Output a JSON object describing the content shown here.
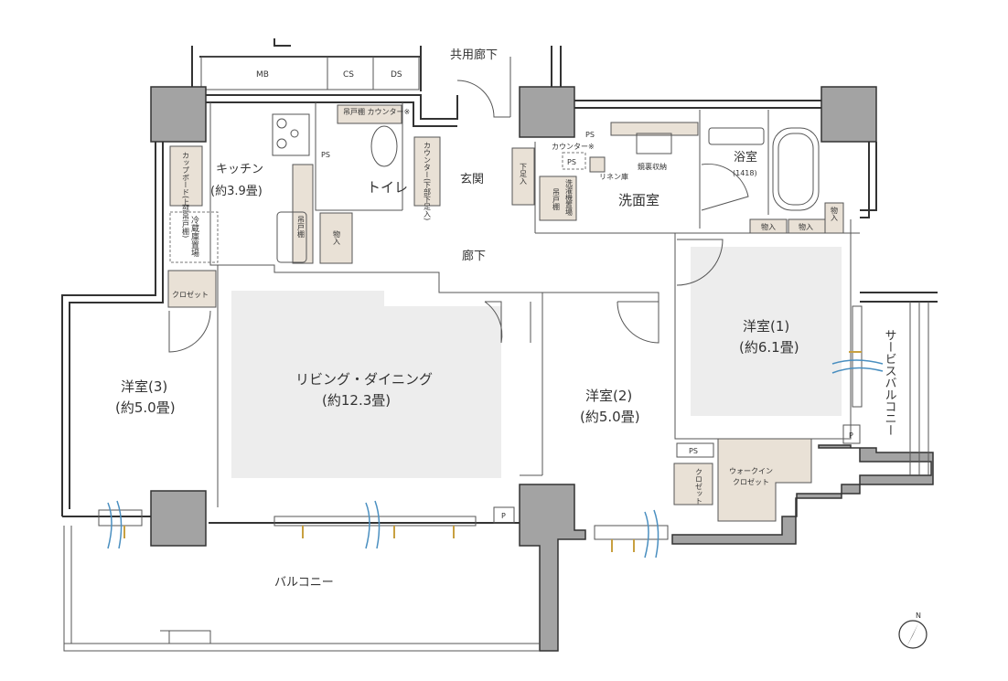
{
  "labels": {
    "common_corridor": "共用廊下",
    "mb": "MB",
    "cs": "CS",
    "ds": "DS",
    "kitchen": "キッチン",
    "kitchen_size": "(約3.9畳)",
    "cupboard": "カップボード(上部吊戸棚)",
    "fridge": "冷蔵庫置場",
    "closet3": "クロゼット",
    "ps1": "PS",
    "wall_cabinet_counter": "吊戸棚 カウンター※",
    "toilet": "トイレ",
    "storage_hall": "物入",
    "wall_cabinet_kitchen": "吊戸棚",
    "counter_shoe": "カウンター(下部下足入)",
    "entrance": "玄関",
    "shoe_box": "下足入",
    "corridor": "廊下",
    "ps2": "PS",
    "counter_wash": "カウンター※",
    "ps3": "PS",
    "mirror_storage": "鏡裏収納",
    "linen": "リネン庫",
    "washer": "洗濯機置場",
    "wall_cabinet_wash": "吊戸棚",
    "washroom": "洗面室",
    "bathroom": "浴室",
    "bath_size": "(1418)",
    "storage1": "物入",
    "storage2": "物入",
    "storage3": "物入",
    "room1": "洋室(1)",
    "room1_size": "(約6.1畳)",
    "service_balcony": "サービスバルコニー",
    "living": "リビング・ダイニング",
    "living_size": "(約12.3畳)",
    "room2": "洋室(2)",
    "room2_size": "(約5.0畳)",
    "room3": "洋室(3)",
    "room3_size": "(約5.0畳)",
    "ps4": "PS",
    "closet2": "クロゼット",
    "wic": "ウォークイン",
    "wic2": "クロゼット",
    "p1": "P",
    "p2": "P",
    "balcony": "バルコニー",
    "north": "N"
  },
  "colors": {
    "column": "#a3a3a3",
    "storage": "#e9e1d6",
    "room_fill": "#ededed",
    "fixture": "#c8a040",
    "airflow": "#4a8fc0"
  }
}
